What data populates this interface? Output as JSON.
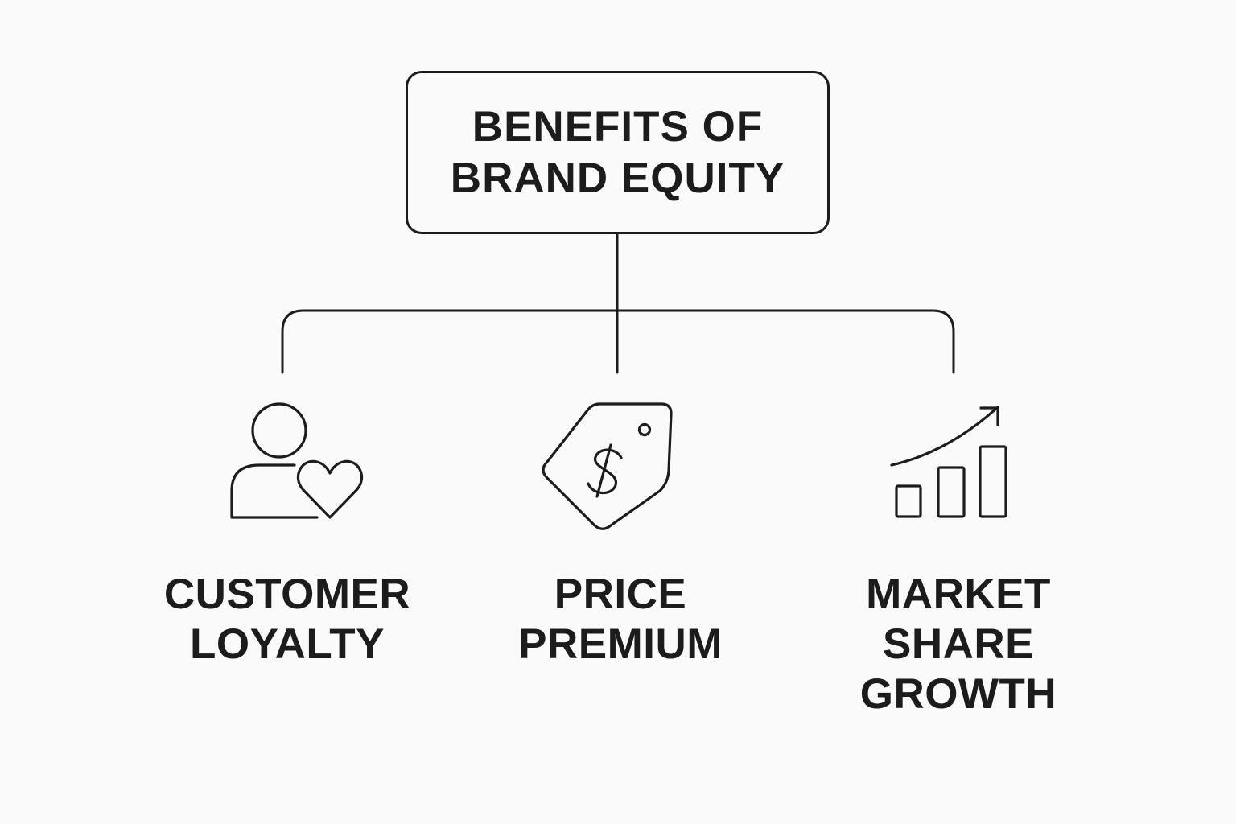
{
  "diagram": {
    "root": {
      "title": "BENEFITS OF\nBRAND EQUITY"
    },
    "branches": [
      {
        "label": "CUSTOMER\nLOYALTY",
        "icon": "person-heart-icon"
      },
      {
        "label": "PRICE\nPREMIUM",
        "icon": "price-tag-dollar-icon"
      },
      {
        "label": "MARKET\nSHARE\nGROWTH",
        "icon": "bar-chart-growth-icon"
      }
    ]
  },
  "colors": {
    "stroke": "#1c1c1c",
    "background": "#fafafa"
  }
}
